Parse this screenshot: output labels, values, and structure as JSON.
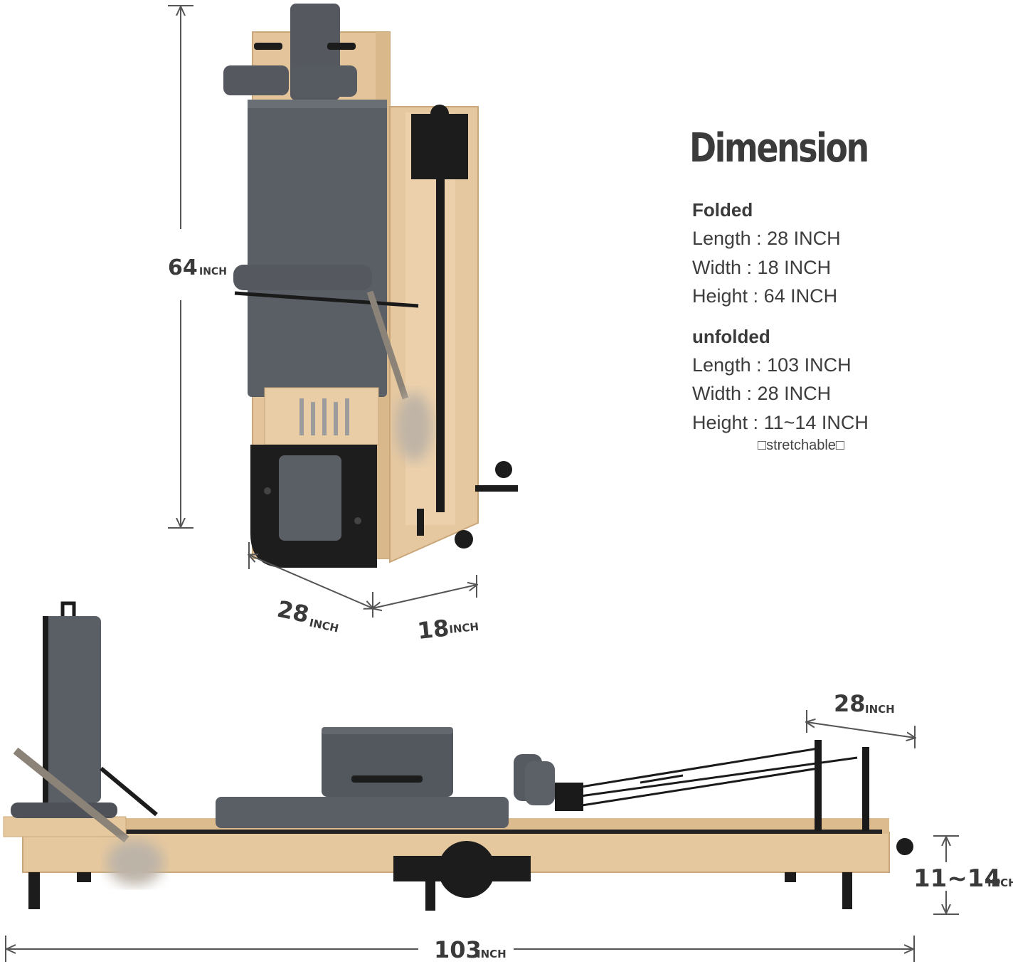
{
  "dimensions_card": {
    "title": "Dimension",
    "folded": {
      "heading": "Folded",
      "rows": [
        {
          "label": "Length",
          "value": "28 INCH"
        },
        {
          "label": "Width",
          "value": "18 INCH"
        },
        {
          "label": "Height",
          "value": "64 INCH"
        }
      ]
    },
    "unfolded": {
      "heading": "unfolded",
      "rows": [
        {
          "label": "Length",
          "value": "103 INCH"
        },
        {
          "label": "Width",
          "value": "28 INCH"
        },
        {
          "label": "Height",
          "value": "11~14 INCH"
        }
      ],
      "note": "□stretchable□"
    }
  },
  "measurements": {
    "folded_height": {
      "value": "64",
      "unit": "INCH"
    },
    "folded_length": {
      "value": "28",
      "unit": "INCH"
    },
    "folded_width": {
      "value": "18",
      "unit": "INCH"
    },
    "unfolded_width": {
      "value": "28",
      "unit": "INCH"
    },
    "unfolded_height": {
      "value": "11~14",
      "unit": "INCH"
    },
    "unfolded_length": {
      "value": "103",
      "unit": "INCH"
    }
  },
  "colors": {
    "upholstery": "#54585f",
    "wood": "#e7c9a0",
    "metal": "#1c1c1c",
    "dimension_line": "#555555",
    "text": "#3a3a3a"
  }
}
